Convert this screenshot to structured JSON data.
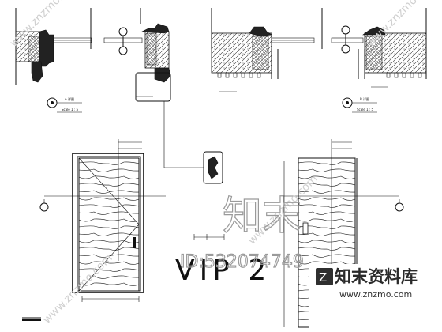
{
  "watermark": {
    "brand_text": "知末",
    "id_text": "ID:532074749",
    "logo_text": "知末资料库",
    "url_text": "www.znzmo.com",
    "diagonal_text": "www.znzmo.com"
  },
  "drawing": {
    "door_label": "VIP 2"
  }
}
